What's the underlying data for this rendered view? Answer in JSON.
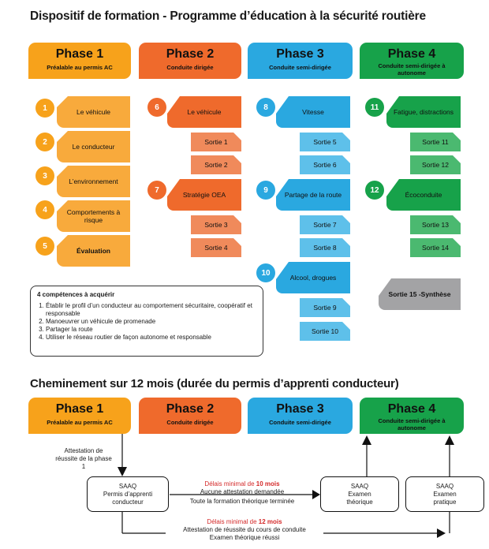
{
  "title": "Dispositif de formation - Programme d’éducation à la sécurité routière",
  "phases": [
    {
      "name": "Phase 1",
      "sub": "Préalable au permis AC",
      "color": "#f7a21b"
    },
    {
      "name": "Phase 2",
      "sub": "Conduite dirigée",
      "color": "#ef6a2c"
    },
    {
      "name": "Phase 3",
      "sub": "Conduite semi-dirigée",
      "color": "#2aa8e0"
    },
    {
      "name": "Phase 4",
      "sub": "Conduite semi-dirigée à autonome",
      "color": "#17a24a"
    }
  ],
  "phase1_modules": [
    {
      "num": "1",
      "label": "Le véhicule"
    },
    {
      "num": "2",
      "label": "Le conducteur"
    },
    {
      "num": "3",
      "label": "L’environnement"
    },
    {
      "num": "4",
      "label": "Comportements à risque"
    },
    {
      "num": "5",
      "label": "Évaluation"
    }
  ],
  "phase2": {
    "module6": {
      "num": "6",
      "label": "Le véhicule"
    },
    "sorties_a": [
      "Sortie 1",
      "Sortie 2"
    ],
    "module7": {
      "num": "7",
      "label": "Stratégie OEA"
    },
    "sorties_b": [
      "Sortie 3",
      "Sortie 4"
    ]
  },
  "phase3": {
    "module8": {
      "num": "8",
      "label": "Vitesse"
    },
    "sorties_a": [
      "Sortie 5",
      "Sortie 6"
    ],
    "module9": {
      "num": "9",
      "label": "Partage de la route"
    },
    "sorties_b": [
      "Sortie 7",
      "Sortie 8"
    ],
    "module10": {
      "num": "10",
      "label": "Alcool, drogues"
    },
    "sorties_c": [
      "Sortie 9",
      "Sortie 10"
    ]
  },
  "phase4": {
    "module11": {
      "num": "11",
      "label": "Fatigue, distractions"
    },
    "sorties_a": [
      "Sortie 11",
      "Sortie 12"
    ],
    "module12": {
      "num": "12",
      "label": "Écoconduite"
    },
    "sorties_b": [
      "Sortie 13",
      "Sortie 14"
    ],
    "synthese": "Sortie 15 -Synthèse"
  },
  "competences": {
    "title": "4 compétences à acquérir",
    "items": [
      "Établir le profil d’un conducteur au comportement sécuritaire, coopératif et responsable",
      "Manoeuvrer un véhicule de promenade",
      "Partager la route",
      "Utiliser le réseau routier de façon autonome et responsable"
    ]
  },
  "pathway": {
    "title": "Cheminement sur 12 mois (durée du permis d’apprenti conducteur)",
    "attestation_phase1": "Attestation de réussite de la phase 1",
    "box_permis": [
      "SAAQ",
      "Permis d’apprenti",
      "conducteur"
    ],
    "box_theorique": [
      "SAAQ",
      "Examen",
      "théorique"
    ],
    "box_pratique": [
      "SAAQ",
      "Examen",
      "pratique"
    ],
    "delay10": {
      "prefix": "Délais minimal de ",
      "value": "10 mois",
      "lines": [
        "Aucune attestation demandée",
        "Toute la formation théorique terminée"
      ]
    },
    "delay12": {
      "prefix": "Délais minimal de ",
      "value": "12 mois",
      "lines": [
        "Attestation de réussite du cours de conduite",
        "Examen théorique réussi"
      ]
    }
  }
}
